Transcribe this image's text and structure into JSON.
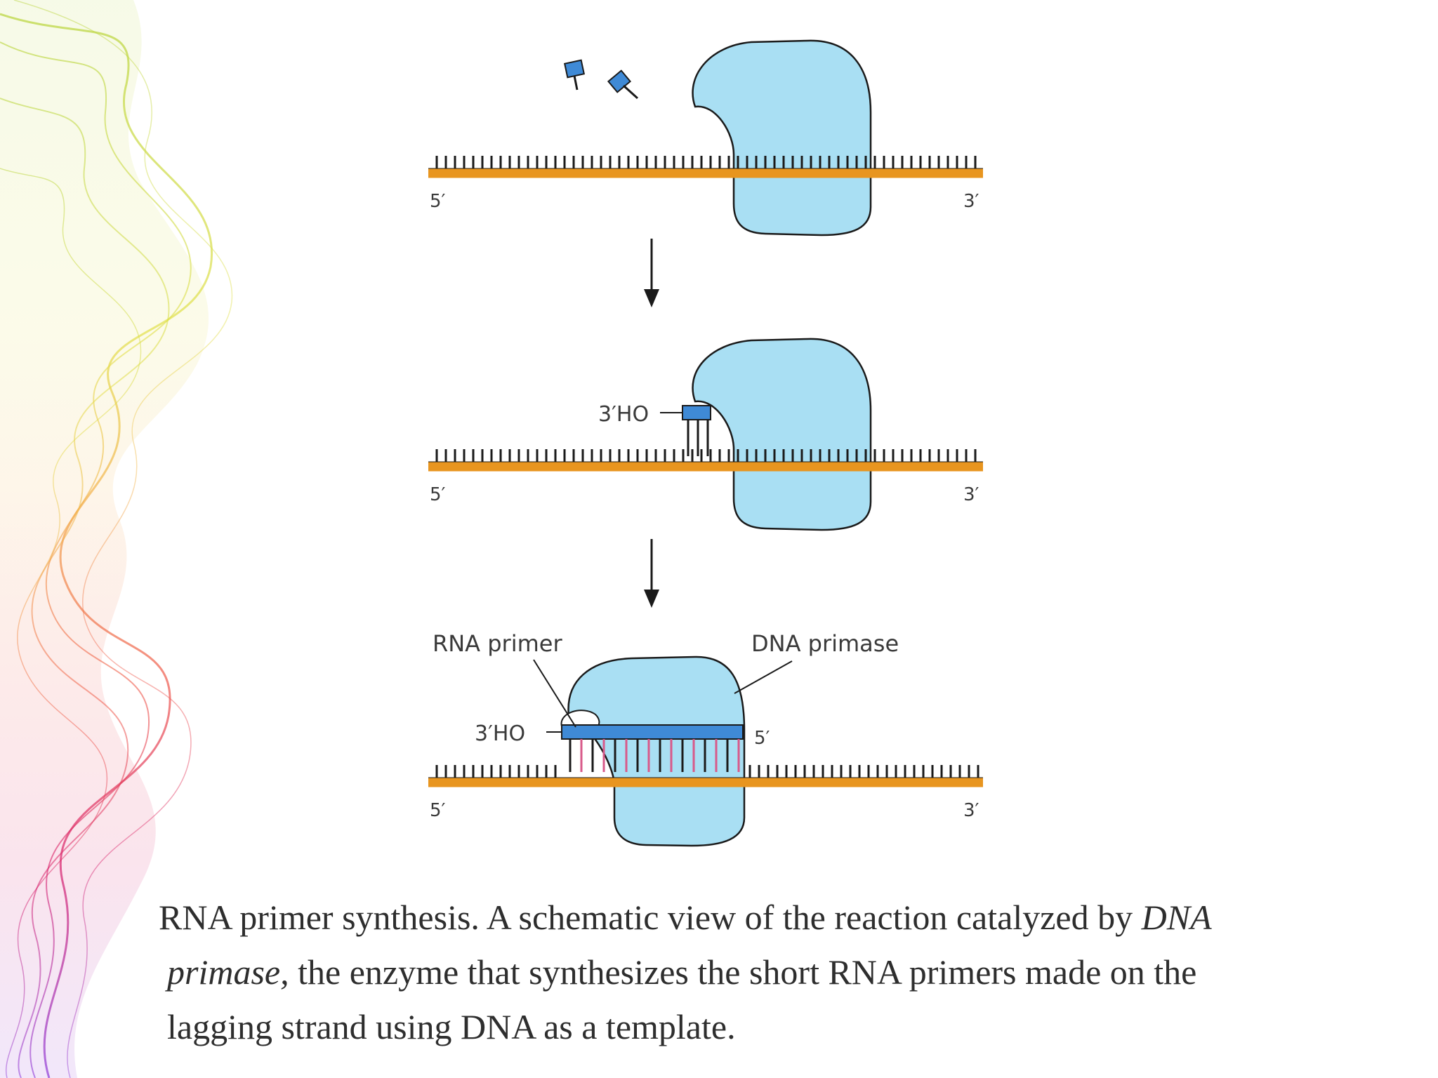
{
  "colors": {
    "strand": "#e8951f",
    "enzyme": "#a9dff3",
    "primer": "#3f8ad6",
    "outline": "#1a1a1a",
    "caption_text": "#2e2e2e"
  },
  "panels": [
    {
      "left_end": "5′",
      "right_end": "3′"
    },
    {
      "left_end": "5′",
      "right_end": "3′",
      "primer_end": "3′HO"
    },
    {
      "left_end": "5′",
      "right_end": "3′",
      "primer_end": "3′HO",
      "primer_5_end": "5′"
    }
  ],
  "labels": {
    "rna_primer": "RNA primer",
    "dna_primase": "DNA primase"
  },
  "caption": {
    "line1_text": "RNA primer synthesis. A schematic view of the reaction catalyzed by ",
    "line1_em": "DNA",
    "line2_em": "primase,",
    "line2_text": " the enzyme that synthesizes the short RNA primers made on the",
    "line3_text": "lagging strand using DNA as a template."
  }
}
